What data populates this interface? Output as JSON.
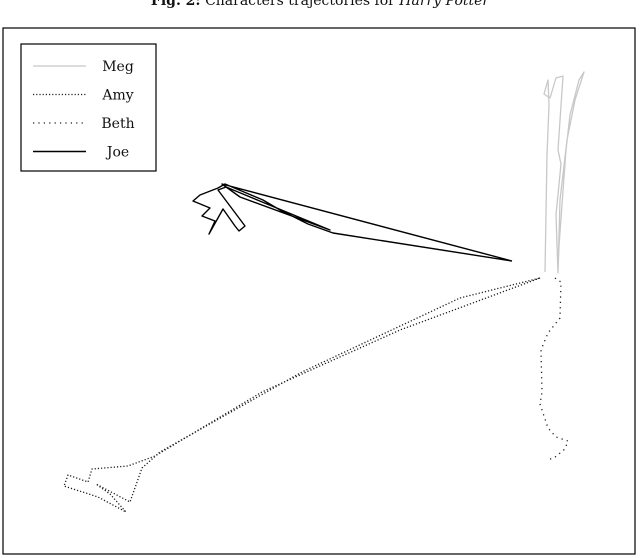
{
  "caption": {
    "label": "Fig. 2:",
    "text": "Characters trajectories for ",
    "title": "Harry Potter"
  },
  "chart_data": {
    "type": "line",
    "xlabel": "",
    "ylabel": "",
    "grid": false,
    "legend_position": "top-left",
    "series": [
      {
        "name": "Meg",
        "color": "#c8c8c8",
        "dash": "solid",
        "points": [
          [
            545,
            272
          ],
          [
            547,
            155
          ],
          [
            549,
            105
          ],
          [
            548,
            80
          ],
          [
            544,
            94
          ],
          [
            550,
            98
          ],
          [
            556,
            78
          ],
          [
            563,
            76
          ],
          [
            558,
            150
          ],
          [
            561,
            164
          ],
          [
            556,
            215
          ],
          [
            558,
            273
          ],
          [
            560,
            200
          ],
          [
            567,
            140
          ],
          [
            575,
            100
          ],
          [
            584,
            72
          ],
          [
            579,
            80
          ],
          [
            570,
            115
          ],
          [
            566,
            150
          ],
          [
            559,
            246
          ],
          [
            558,
            270
          ]
        ]
      },
      {
        "name": "Amy",
        "color": "#1a1a1a",
        "dash": "dotted",
        "points": [
          [
            540,
            278
          ],
          [
            400,
            330
          ],
          [
            262,
            392
          ],
          [
            155,
            456
          ],
          [
            128,
            466
          ],
          [
            92,
            469
          ],
          [
            88,
            482
          ],
          [
            68,
            475
          ],
          [
            64,
            486
          ],
          [
            98,
            497
          ],
          [
            126,
            512
          ],
          [
            110,
            494
          ],
          [
            96,
            484
          ],
          [
            130,
            502
          ],
          [
            142,
            468
          ],
          [
            160,
            452
          ],
          [
            302,
            372
          ],
          [
            460,
            298
          ],
          [
            540,
            278
          ]
        ]
      },
      {
        "name": "Beth",
        "color": "#1a1a1a",
        "dash": "loose-dotted",
        "points": [
          [
            555,
            278
          ],
          [
            561,
            282
          ],
          [
            560,
            318
          ],
          [
            548,
            333
          ],
          [
            541,
            350
          ],
          [
            542,
            392
          ],
          [
            540,
            404
          ],
          [
            548,
            428
          ],
          [
            556,
            437
          ],
          [
            568,
            441
          ],
          [
            565,
            449
          ],
          [
            554,
            458
          ],
          [
            546,
            460
          ]
        ]
      },
      {
        "name": "Joe",
        "color": "#000000",
        "dash": "solid",
        "points": [
          [
            512,
            261
          ],
          [
            333,
            233
          ],
          [
            308,
            224
          ],
          [
            280,
            210
          ],
          [
            263,
            200
          ],
          [
            225,
            184
          ],
          [
            218,
            188
          ],
          [
            200,
            195
          ],
          [
            193,
            201
          ],
          [
            210,
            208
          ],
          [
            202,
            216
          ],
          [
            215,
            221
          ],
          [
            209,
            234
          ],
          [
            223,
            209
          ],
          [
            235,
            226
          ],
          [
            239,
            231
          ],
          [
            245,
            226
          ],
          [
            218,
            190
          ],
          [
            226,
            187
          ],
          [
            330,
            230
          ],
          [
            240,
            197
          ],
          [
            222,
            184
          ],
          [
            512,
            261
          ]
        ]
      }
    ]
  }
}
